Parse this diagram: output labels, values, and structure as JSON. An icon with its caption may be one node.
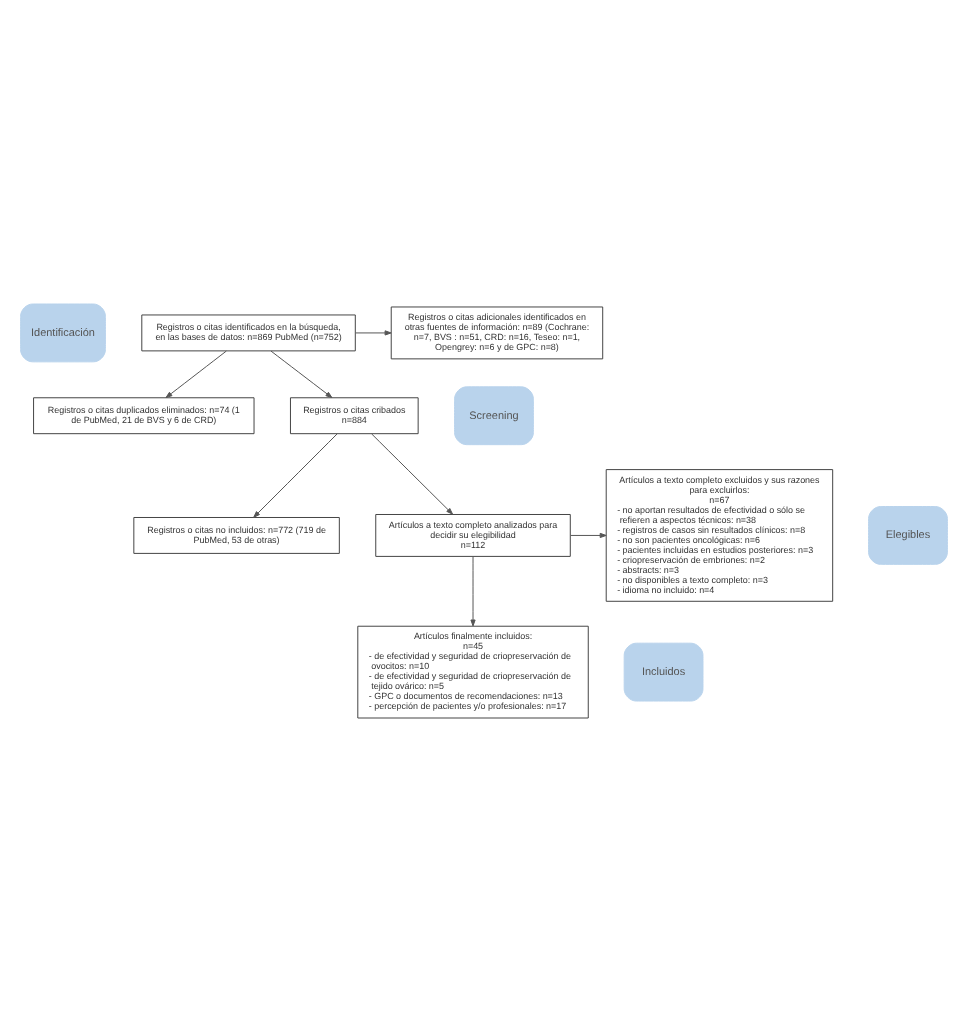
{
  "diagram": {
    "nodes": [
      {
        "text": [
          "Identificación"
        ]
      },
      {
        "text": [
          "Registros o citas identificados en la búsqueda, en las bases de datos: n=869 PubMed (n=752)"
        ]
      },
      {
        "text": [
          "Registros o citas adicionales identificados en otras fuentes de información: n=89 (Cochrane: n=7, BVS : n=51, CRD: n=16, Teseo: n=1, Opengrey: n=6 y de GPC: n=8)"
        ]
      },
      {
        "text": [
          "Registros o citas duplicados eliminados: n=74 (1 de PubMed, 21 de BVS y 6 de CRD)"
        ]
      },
      {
        "text": [
          "Screening"
        ]
      },
      {
        "text": [
          "Registros o citas cribados",
          "n=884"
        ]
      },
      {
        "text": [
          "Registros o citas no incluidos: n=772 (719 de PubMed, 53 de otras)"
        ]
      },
      {
        "text": [
          "Elegibles"
        ]
      },
      {
        "text": [
          "Artículos a texto completo analizados para decidir su elegibilidad",
          "n=112"
        ]
      },
      {
        "text": [
          "Artículos a texto completo excluidos y sus razones para excluirlos:",
          "n=67",
          "- no aportan resultados de efectividad o sólo se refieren a aspectos técnicos: n=38",
          "- registros de casos sin resultados clínicos: n=8",
          "- no son pacientes oncológicas: n=6",
          "- pacientes incluidas en estudios posteriores: n=3",
          "- criopreservación de embriones: n=2",
          "- abstracts: n=3",
          "- no disponibles a texto completo: n=3",
          "- idioma no incluido: n=4"
        ]
      },
      {
        "text": [
          "Incluidos"
        ]
      },
      {
        "text": [
          "Artículos finalmente incluidos:",
          "n=45",
          "- de efectividad y seguridad de criopreservación de ovocitos: n=10",
          "- de efectividad y seguridad de criopreservación de tejido ovárico: n=5",
          "- GPC o documentos de recomendaciones: n=13",
          "- percepción de pacientes y/o profesionales: n=17"
        ]
      }
    ],
    "edges": [
      {
        "from": 1,
        "to": 2,
        "arrow": "to"
      },
      {
        "from": 1,
        "to": 3,
        "arrow": "to"
      },
      {
        "from": 1,
        "to": 5,
        "arrow": "to"
      },
      {
        "from": 5,
        "to": 6,
        "arrow": "to"
      },
      {
        "from": 5,
        "to": 8,
        "arrow": "to"
      },
      {
        "from": 8,
        "to": 9,
        "arrow": "to"
      },
      {
        "from": 8,
        "to": 11,
        "arrow": "to"
      }
    ]
  }
}
